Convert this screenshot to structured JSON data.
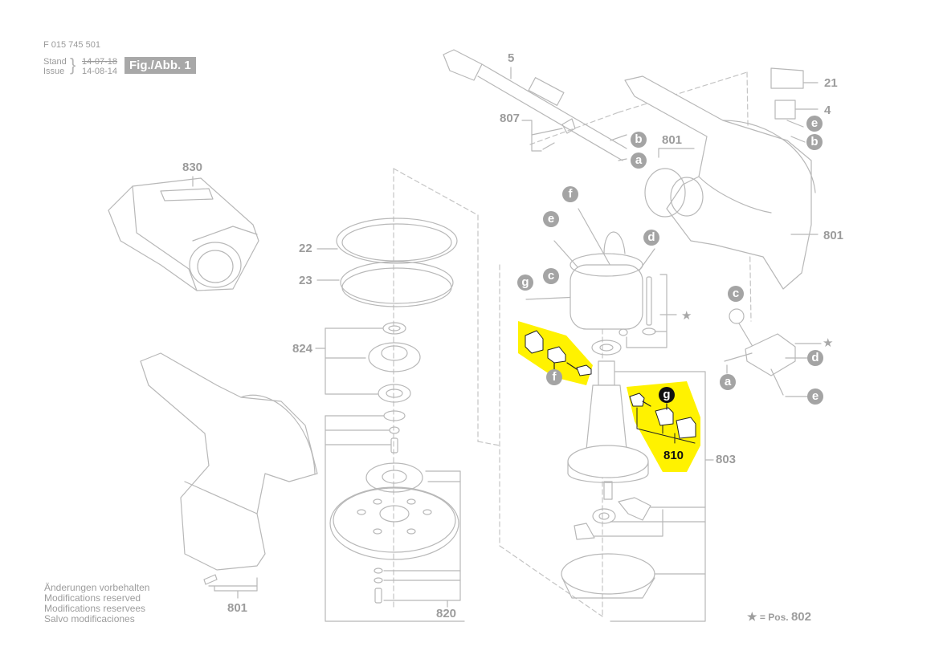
{
  "header": {
    "doc_number": "F 015 745 501",
    "stand_label": "Stand",
    "issue_label": "Issue",
    "stand_date": "14-07-18",
    "issue_date": "14-08-14",
    "figure_label": "Fig./Abb. 1"
  },
  "colors": {
    "label_gray": "#9c9c9c",
    "badge_gray": "#a4a4a4",
    "highlight_yellow": "#fff200",
    "line_gray": "#b8b8b8",
    "dark": "#111111"
  },
  "parts": {
    "p5": "5",
    "p807": "807",
    "p21": "21",
    "p4": "4",
    "p801_top": "801",
    "p801_right": "801",
    "p801_bottom": "801",
    "p830": "830",
    "p22": "22",
    "p23": "23",
    "p824": "824",
    "p820": "820",
    "p803": "803",
    "p810": "810"
  },
  "connectors": {
    "cord_b": "b",
    "cord_a": "a",
    "housing_e": "e",
    "housing_b": "b",
    "stator_f": "f",
    "stator_e": "e",
    "stator_d": "d",
    "stator_c": "c",
    "stator_g": "g",
    "brush_f": "f",
    "brush_g": "g",
    "switch_c": "c",
    "switch_d": "d",
    "switch_a": "a",
    "switch_e": "e"
  },
  "star_symbol": "★",
  "legend": {
    "star": "★",
    "text": "= Pos.",
    "number": "802"
  },
  "notes": [
    "Änderungen vorbehalten",
    "Modifications reserved",
    "Modifications reservees",
    "Salvo modificaciones"
  ]
}
